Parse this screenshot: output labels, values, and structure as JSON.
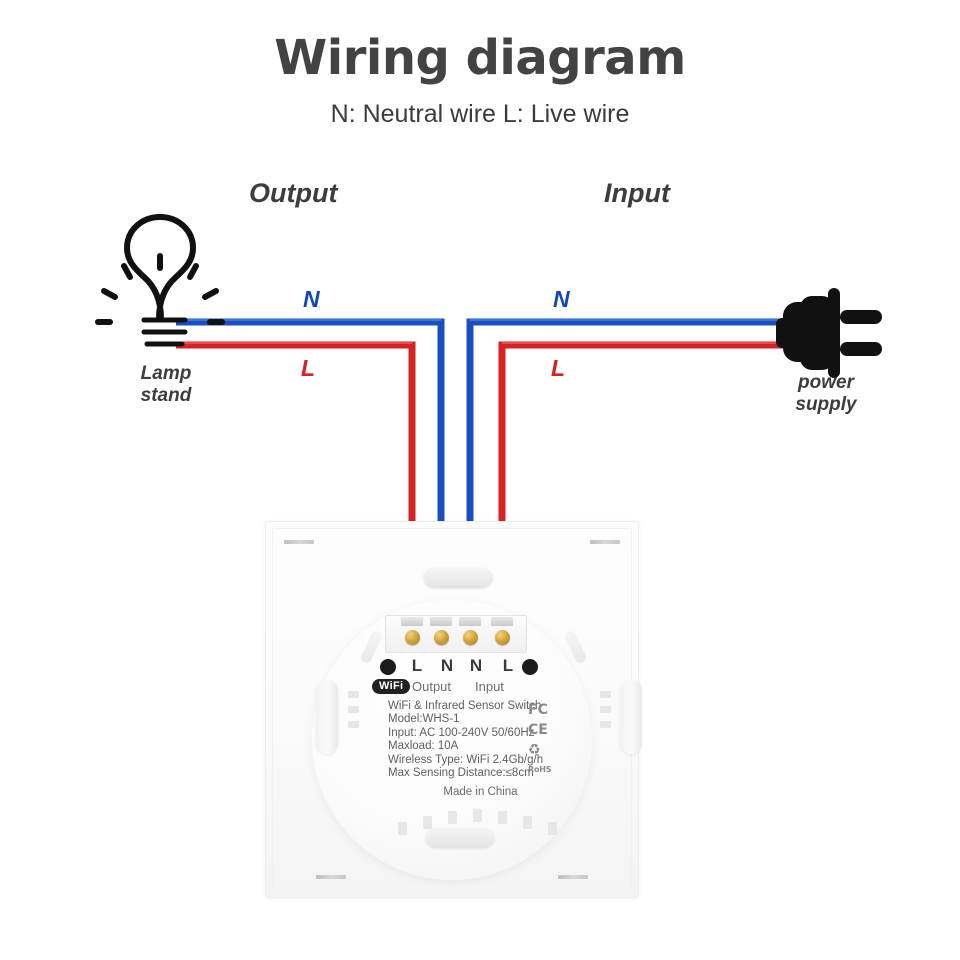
{
  "header": {
    "title": "Wiring diagram",
    "subtitle": "N: Neutral wire  L: Live wire"
  },
  "sections": {
    "output_label": "Output",
    "input_label": "Input"
  },
  "wire_labels": {
    "output_neutral": "N",
    "output_live": "L",
    "input_neutral": "N",
    "input_live": "L"
  },
  "devices": {
    "lamp": {
      "label_line1": "Lamp",
      "label_line2": "stand",
      "icon": "lightbulb-icon"
    },
    "power": {
      "label_line1": "power",
      "label_line2": "supply",
      "icon": "power-plug-icon"
    }
  },
  "switch_device": {
    "terminals": [
      {
        "letter": "L",
        "wire": "live",
        "color": "#d62222"
      },
      {
        "letter": "N",
        "wire": "neutral",
        "color": "#1a4fc4"
      },
      {
        "letter": "N",
        "wire": "neutral",
        "color": "#1a4fc4"
      },
      {
        "letter": "L",
        "wire": "live",
        "color": "#d62222"
      }
    ],
    "wifi_badge": "WiFi",
    "output_word": "Output",
    "input_word": "Input",
    "spec_lines": [
      "WiFi & Infrared Sensor Switch",
      "Model:WHS-1",
      "Input:   AC 100-240V 50/60Hz",
      "Maxload: 10A",
      "Wireless Type: WiFi 2.4Gb/g/h",
      "Max Sensing Distance:≤8cm"
    ],
    "made_in": "Made in China",
    "certifications": [
      "FC",
      "CE",
      "♻",
      "RoHS"
    ]
  },
  "colors": {
    "neutral_wire": "#1a4fc4",
    "live_wire": "#d62222",
    "title_text": "#434343",
    "label_text": "#3d3d3d"
  }
}
